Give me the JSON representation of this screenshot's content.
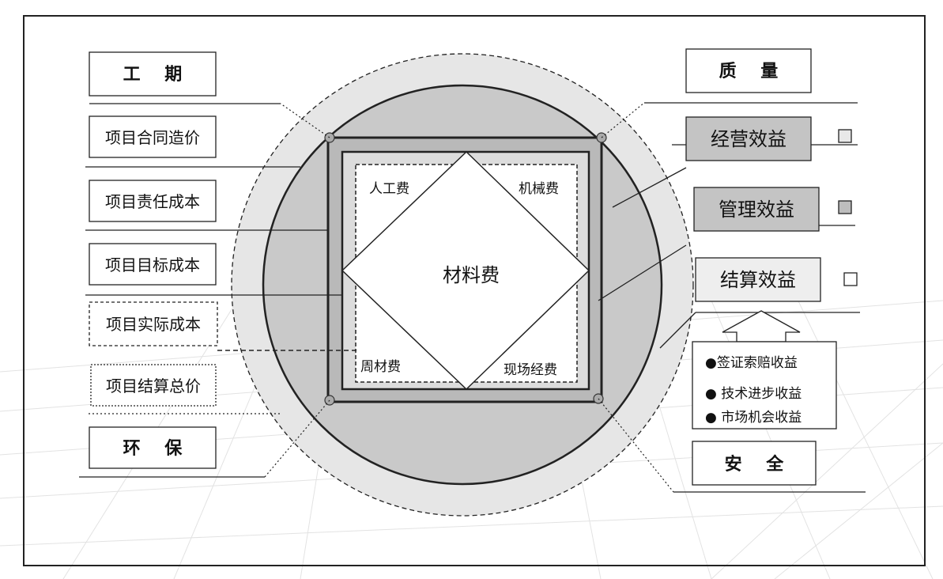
{
  "left_labels": {
    "schedule": "工    期",
    "contract_price": "项目合同造价",
    "responsibility_cost": "项目责任成本",
    "target_cost": "项目目标成本",
    "actual_cost": "项目实际成本",
    "settlement_total": "项目结算总价",
    "environment": "环    保"
  },
  "right_labels": {
    "quality": "质    量",
    "operating_benefit": "经营效益",
    "management_benefit": "管理效益",
    "settlement_benefit": "结算效益",
    "safety": "安    全"
  },
  "benefit_items": [
    "●签证索赔收益",
    "● 技术进步收益",
    "● 市场机会收益"
  ],
  "center": {
    "labour": "人工费",
    "machinery": "机械费",
    "material": "材料费",
    "turnover_material": "周材费",
    "site_expense": "现场经费"
  },
  "colors": {
    "outer_circle": "#e6e6e6",
    "inner_circle": "#c9c9c9",
    "square": "#b9b9b9",
    "grey_box": "#c4c4c4",
    "light_box": "#eeeeee",
    "line": "#222222"
  }
}
